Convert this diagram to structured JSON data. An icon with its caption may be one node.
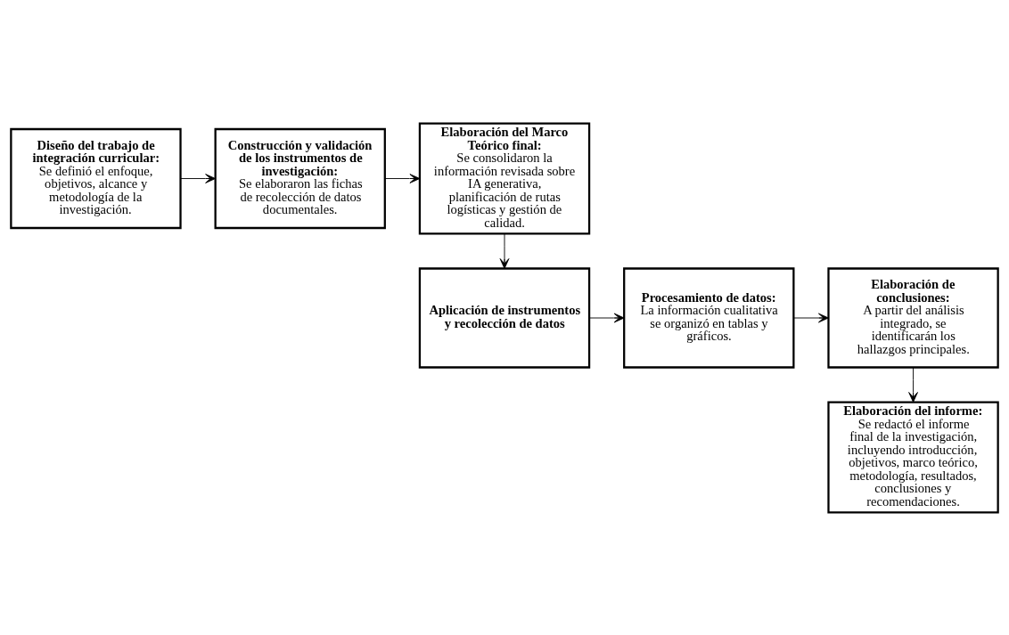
{
  "diagram": {
    "nodes": [
      {
        "text": [
          "Diseño del trabajo de integración curricular:",
          "Se definió el enfoque, objetivos, alcance y metodología de la investigación."
        ]
      },
      {
        "text": [
          "Construcción y validación de los instrumentos de investigación:",
          "Se elaboraron las fichas de recolección de datos documentales."
        ]
      },
      {
        "text": [
          "Elaboración del Marco Teórico final:",
          "Se consolidaron la información revisada sobre IA generativa, planificación de rutas logísticas y gestión de calidad."
        ]
      },
      {
        "text": [
          "Aplicación de instrumentos y recolección de datos"
        ]
      },
      {
        "text": [
          "Procesamiento de datos:",
          "La información cualitativa se organizó en tablas y gráficos."
        ]
      },
      {
        "text": [
          "Elaboración de conclusiones:",
          "A partir del análisis integrado, se identificarán los hallazgos principales."
        ]
      },
      {
        "text": [
          "Elaboración del informe:",
          "Se redactó el informe final de la investigación, incluyendo introducción, objetivos, marco teórico, metodología, resultados, conclusiones y recomendaciones."
        ]
      }
    ],
    "edges": [
      {
        "from": 0,
        "to": 1,
        "arrow": "to"
      },
      {
        "from": 1,
        "to": 2,
        "arrow": "to"
      },
      {
        "from": 2,
        "to": 3,
        "arrow": "to"
      },
      {
        "from": 3,
        "to": 4,
        "arrow": "to"
      },
      {
        "from": 4,
        "to": 5,
        "arrow": "to"
      },
      {
        "from": 5,
        "to": 6,
        "arrow": "to"
      }
    ]
  }
}
